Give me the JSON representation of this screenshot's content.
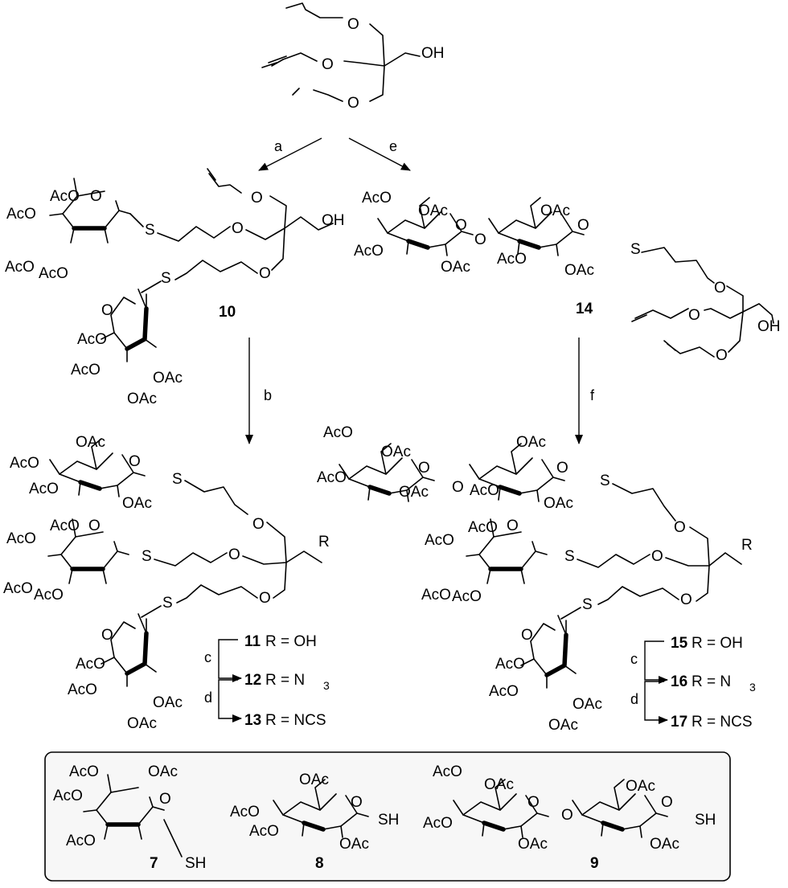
{
  "reagent_steps": [
    "a",
    "b",
    "c",
    "d",
    "e",
    "f"
  ],
  "groups": {
    "oh": "OH",
    "oac": "OAc",
    "aco": "AcO",
    "o": "O",
    "s": "S",
    "sh": "SH",
    "r": "R"
  },
  "compounds": {
    "c7": "7",
    "c8": "8",
    "c9": "9",
    "c10": "10",
    "c14": "14",
    "c11": "11",
    "c12": "12",
    "c13": "13",
    "c15": "15",
    "c16": "16",
    "c17": "17"
  },
  "substituents": {
    "r_oh": "R = OH",
    "r_n3": "R = N",
    "r_n3_sub": "3",
    "r_ncs": "R = NCS"
  }
}
